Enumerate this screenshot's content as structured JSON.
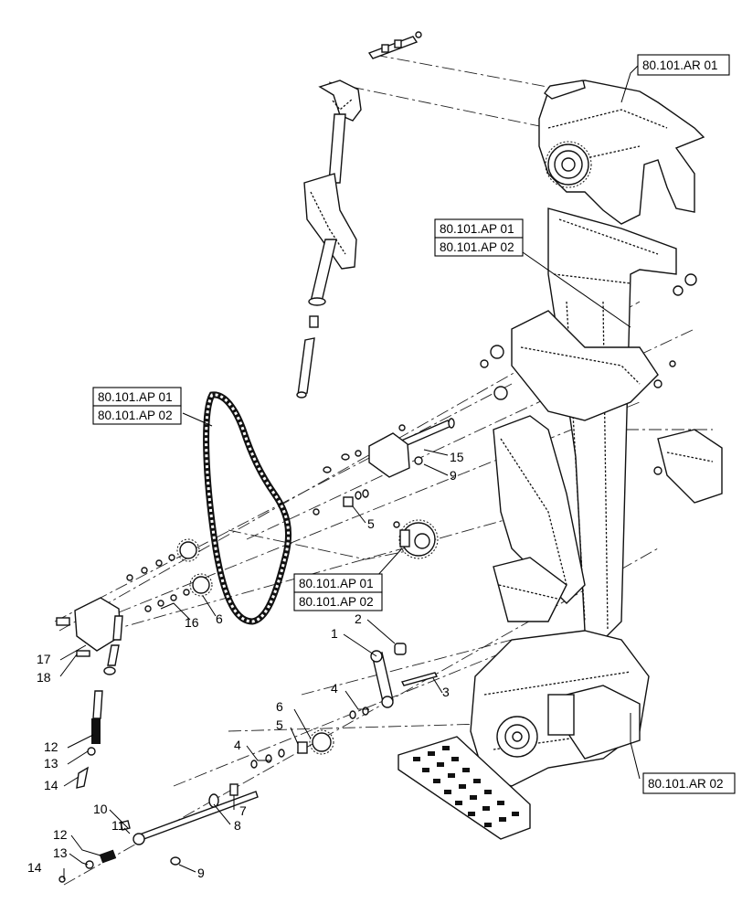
{
  "references": {
    "top_right": "80.101.AR 01",
    "mid_upper_1": "80.101.AP 01",
    "mid_upper_2": "80.101.AP 02",
    "left_chain_1": "80.101.AP 01",
    "left_chain_2": "80.101.AP 02",
    "center_sprocket_1": "80.101.AP 01",
    "center_sprocket_2": "80.101.AP 02",
    "bottom_right": "80.101.AR 02"
  },
  "callouts": {
    "c15": "15",
    "c9a": "9",
    "c5a": "5",
    "c16": "16",
    "c6a": "6",
    "c17": "17",
    "c18": "18",
    "c2": "2",
    "c1": "1",
    "c3": "3",
    "c4a": "4",
    "c6b": "6",
    "c5b": "5",
    "c4b": "4",
    "c12a": "12",
    "c13a": "13",
    "c14a": "14",
    "c7": "7",
    "c10": "10",
    "c11": "11",
    "c8": "8",
    "c12b": "12",
    "c13b": "13",
    "c14b": "14",
    "c9b": "9"
  }
}
